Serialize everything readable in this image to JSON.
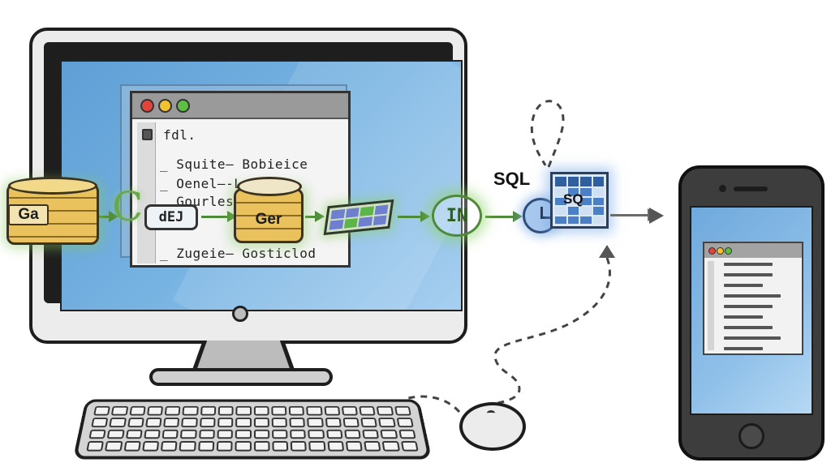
{
  "code_window": {
    "header": "fdl.",
    "lines": [
      "_ Squite— Bobieice",
      "_ Oenel—-Lo",
      "_ Gourles—",
      "_ Zugeie— Gosticlod"
    ]
  },
  "pipeline": {
    "source_label": "Ga",
    "c_label": "C",
    "chip_label": "dEJ",
    "ger_label": "Ger",
    "in_label": "IN",
    "sql_label": "SQL",
    "sql_table_label": "SQ"
  },
  "colors": {
    "pipeline_green": "#4f8a3a",
    "glow_green": "#8cd264",
    "barrel_gold": "#e9c25e",
    "screen_blue": "#6fa9dd",
    "db_blue": "#4b7fc6",
    "arrow_gray": "#6b6b6b"
  },
  "icons": {
    "source": "database-barrel-icon",
    "transform": "code-chip-icon",
    "store": "database-barrel-icon",
    "grid": "grid-table-icon",
    "ingest": "in-node-icon",
    "clock": "clock-icon",
    "sql_table": "sql-table-icon",
    "phone": "smartphone-icon",
    "mouse": "mouse-icon",
    "keyboard": "keyboard-icon"
  }
}
